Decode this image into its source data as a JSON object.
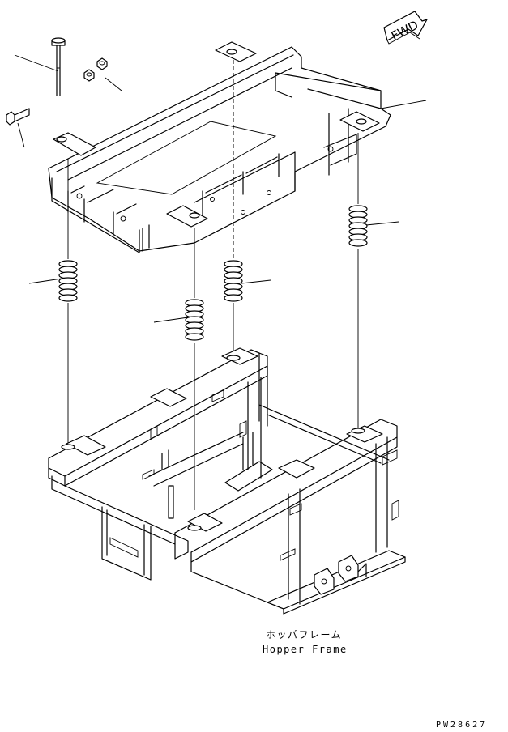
{
  "direction_arrow": {
    "label": "FWD"
  },
  "caption": {
    "japanese": "ホッパフレーム",
    "english": "Hopper Frame"
  },
  "drawing_code": "PW28627",
  "colors": {
    "line": "#000000",
    "background": "#ffffff"
  }
}
